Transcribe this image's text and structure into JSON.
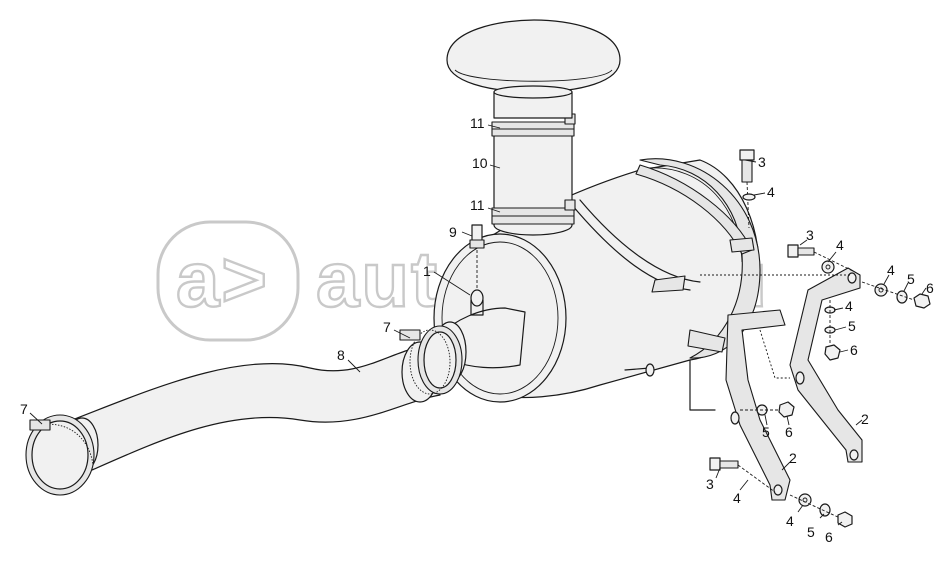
{
  "watermark": {
    "text": "autopiter.ru",
    "logo_icon": "autopiter-logo-icon",
    "color": "#c9c9c9"
  },
  "callouts": [
    {
      "id": "c11a",
      "label": "11"
    },
    {
      "id": "c10",
      "label": "10"
    },
    {
      "id": "c11b",
      "label": "11"
    },
    {
      "id": "c9",
      "label": "9"
    },
    {
      "id": "c1",
      "label": "1"
    },
    {
      "id": "c7a",
      "label": "7"
    },
    {
      "id": "c8",
      "label": "8"
    },
    {
      "id": "c7b",
      "label": "7"
    },
    {
      "id": "c3a",
      "label": "3"
    },
    {
      "id": "c4a",
      "label": "4"
    },
    {
      "id": "c3b",
      "label": "3"
    },
    {
      "id": "c4b",
      "label": "4"
    },
    {
      "id": "c4c",
      "label": "4"
    },
    {
      "id": "c5a",
      "label": "5"
    },
    {
      "id": "c6a",
      "label": "6"
    },
    {
      "id": "c4d",
      "label": "4"
    },
    {
      "id": "c5b",
      "label": "5"
    },
    {
      "id": "c6b",
      "label": "6"
    },
    {
      "id": "c2a",
      "label": "2"
    },
    {
      "id": "c5c",
      "label": "5"
    },
    {
      "id": "c6c",
      "label": "6"
    },
    {
      "id": "c2b",
      "label": "2"
    },
    {
      "id": "c3c",
      "label": "3"
    },
    {
      "id": "c4e",
      "label": "4"
    },
    {
      "id": "c4f",
      "label": "4"
    },
    {
      "id": "c5d",
      "label": "5"
    },
    {
      "id": "c6d",
      "label": "6"
    }
  ]
}
